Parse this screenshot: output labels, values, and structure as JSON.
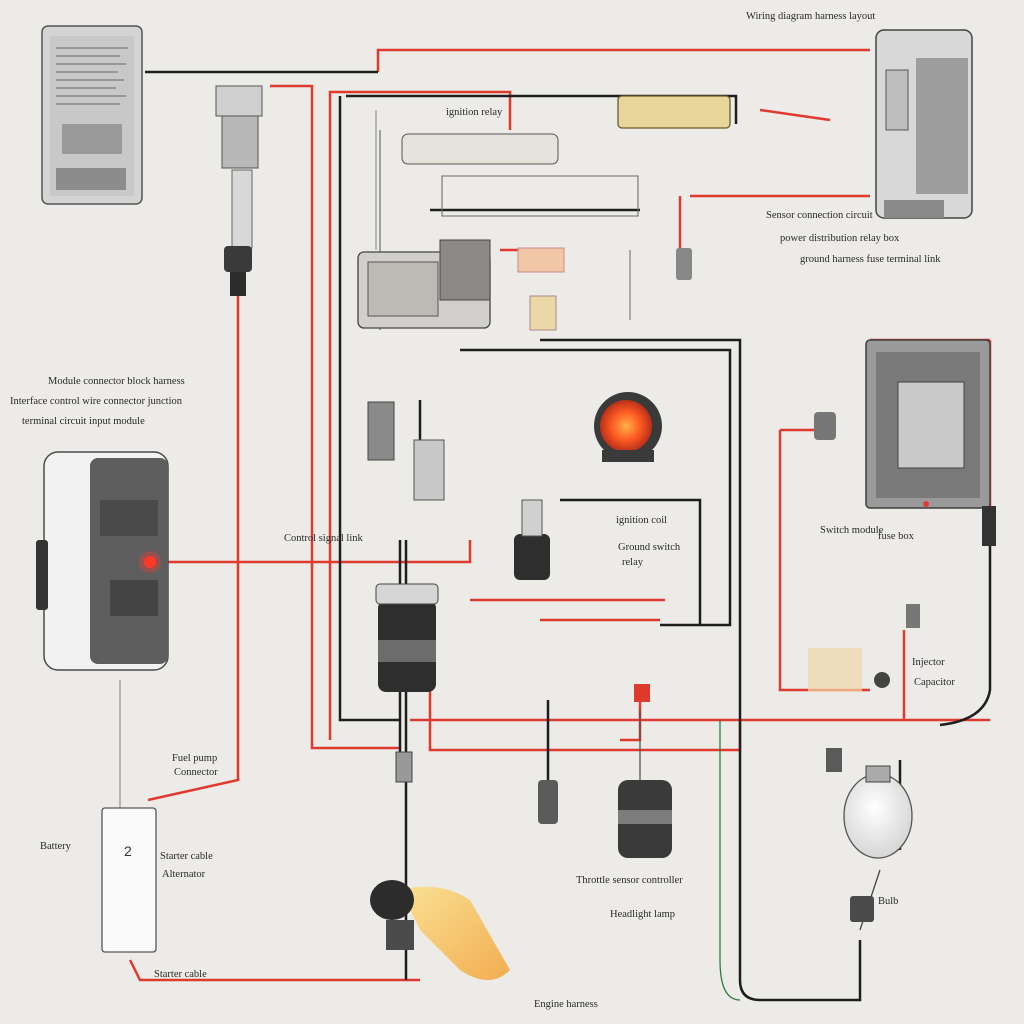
{
  "diagram": {
    "labels": {
      "top_right_caption": "Wiring diagram harness layout",
      "upper_mid_note": "ignition relay",
      "right_note_1": "Sensor connection circuit",
      "right_note_2": "power distribution relay box",
      "right_note_3": "ground harness fuse terminal link",
      "left_note_1": "Module connector block harness",
      "left_note_2": "Interface control wire connector junction",
      "left_note_3": "terminal circuit input module",
      "mid_note_1": "Control signal link",
      "mid_note_2": "ignition coil",
      "mid_note_3": "Ground switch",
      "mid_note_4": "relay",
      "right_mid_note_1": "Switch module",
      "right_mid_note_2": "fuse box",
      "right_low_note_1": "Injector",
      "right_low_note_2": "Capacitor",
      "left_low_note_1": "Fuel pump",
      "left_low_note_2": "Connector",
      "box_number": "2",
      "bottom_left_note_1": "Battery",
      "bottom_left_note_2": "Starter cable",
      "bottom_left_note_3": "Alternator",
      "bottom_mid_note_1": "Throttle sensor controller",
      "bottom_mid_note_2": "Headlight lamp",
      "bottom_mid_note_3": "Engine harness",
      "bottom_right_note": "Bulb"
    },
    "colors": {
      "wire_red": "#e03a2f",
      "wire_black": "#1e1e1e",
      "wire_green": "#2f7a3a",
      "device_gray": "#6e6e6e",
      "lamp_glow": "#ff6a2a"
    }
  }
}
